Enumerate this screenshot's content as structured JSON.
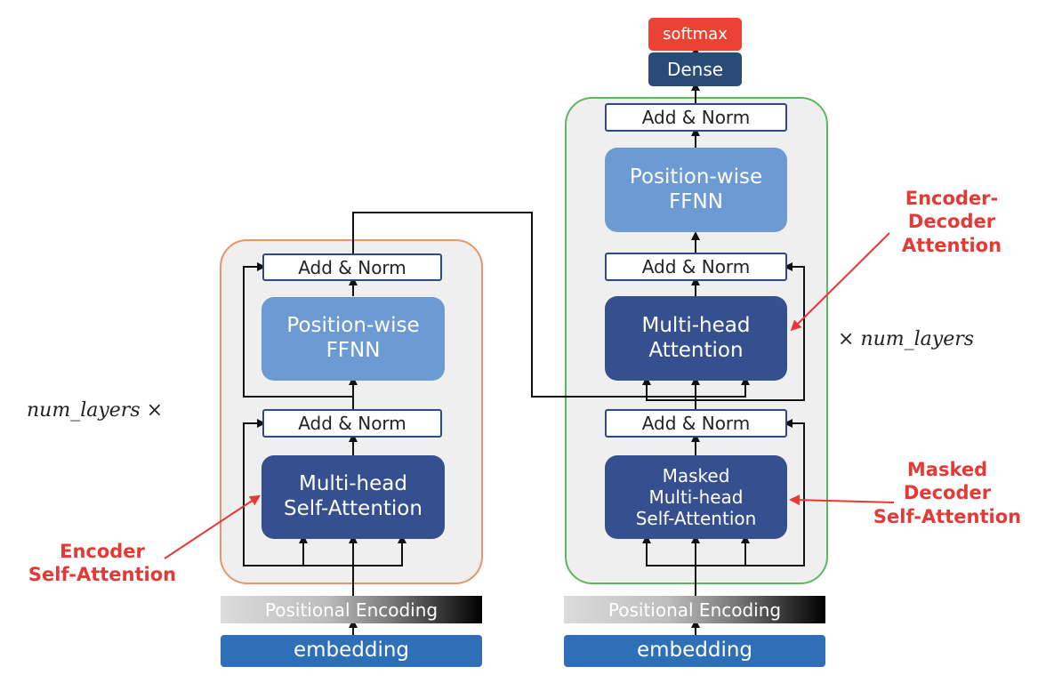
{
  "encoder": {
    "add_norm_top": "Add & Norm",
    "ffnn": "Position-wise\nFFNN",
    "add_norm_bottom": "Add & Norm",
    "self_attention": "Multi-head\nSelf-Attention",
    "positional_encoding": "Positional Encoding",
    "embedding": "embedding",
    "repeat_var": "num_layers",
    "repeat_times": "×"
  },
  "decoder": {
    "softmax": "softmax",
    "dense": "Dense",
    "add_norm_top": "Add & Norm",
    "ffnn": "Position-wise\nFFNN",
    "add_norm_mid": "Add & Norm",
    "cross_attention": "Multi-head\nAttention",
    "add_norm_bottom": "Add & Norm",
    "masked_attention": "Masked\nMulti-head\nSelf-Attention",
    "positional_encoding": "Positional Encoding",
    "embedding": "embedding",
    "repeat_times": "×",
    "repeat_var": "num_layers"
  },
  "annotations": {
    "encoder_self_attention": "Encoder\nSelf-Attention",
    "encoder_decoder_attention": "Encoder-Decoder\nAttention",
    "masked_decoder_self_attention": "Masked\nDecoder\nSelf-Attention"
  },
  "colors": {
    "encoder_border": "#e8956a",
    "decoder_border": "#5cb85c",
    "block_background": "#efefef",
    "annotation": "#e53935",
    "dark_block": "#354f8f",
    "light_block": "#6b9bd2",
    "embedding": "#2e6fb8",
    "softmax": "#ea4335",
    "dense": "#2a4a78"
  }
}
